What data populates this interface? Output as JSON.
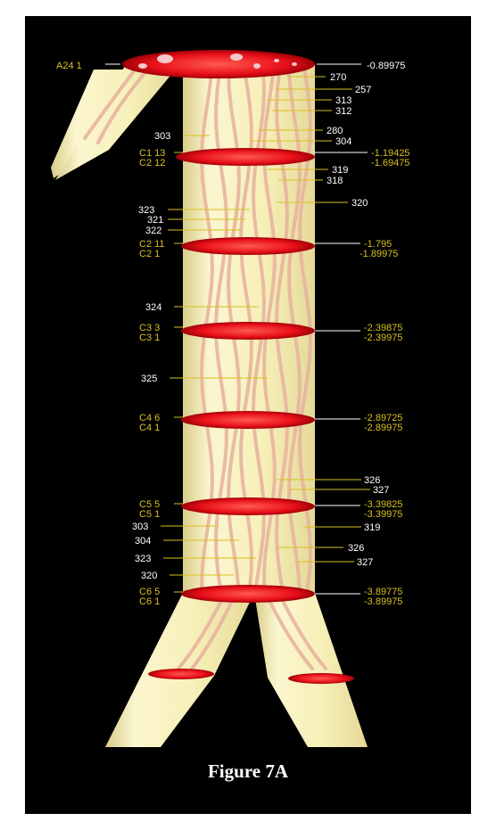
{
  "figure": {
    "caption": "Figure 7A"
  },
  "colors": {
    "background": "#000000",
    "tube": "#f7f0b8",
    "disc": "#e8101a",
    "fiber": "#e8b5a0",
    "label_white": "#ffffff",
    "label_yellow": "#d8c020",
    "leader_line": "#d8c020"
  },
  "top_disc": {
    "left_label": "A24 1",
    "right_label": "-0.89975"
  },
  "right_labels_top": [
    "270",
    "257",
    "313",
    "312",
    "280",
    "304"
  ],
  "left_labels_top": [
    "303"
  ],
  "sections": [
    {
      "left": [
        "C1 13",
        "C2 12"
      ],
      "right": [
        "-1.19425",
        "-1.69475"
      ]
    },
    {
      "left": [
        "C2 11",
        "C2 1"
      ],
      "right": [
        "-1.795",
        "-1.89975"
      ]
    },
    {
      "left": [
        "C3 3",
        "C3 1"
      ],
      "right": [
        "-2.39875",
        "-2.39975"
      ]
    },
    {
      "left": [
        "C4 6",
        "C4 1"
      ],
      "right": [
        "-2.89725",
        "-2.89975"
      ]
    },
    {
      "left": [
        "C5 5",
        "C5 1"
      ],
      "right": [
        "-3.39825",
        "-3.39975"
      ]
    },
    {
      "left": [
        "C6 5",
        "C6 1"
      ],
      "right": [
        "-3.89775",
        "-3.89975"
      ]
    }
  ],
  "fiber_labels": {
    "right_318_320": [
      "319",
      "318",
      "320"
    ],
    "left_321_323": [
      "323",
      "321",
      "322"
    ],
    "left_324": "324",
    "left_325": "325",
    "right_326_327_a": [
      "326",
      "327"
    ],
    "left_303_304": [
      "303",
      "304"
    ],
    "right_319": "319",
    "right_326_327_b": [
      "326",
      "327"
    ],
    "left_323_320": [
      "323",
      "320"
    ]
  }
}
